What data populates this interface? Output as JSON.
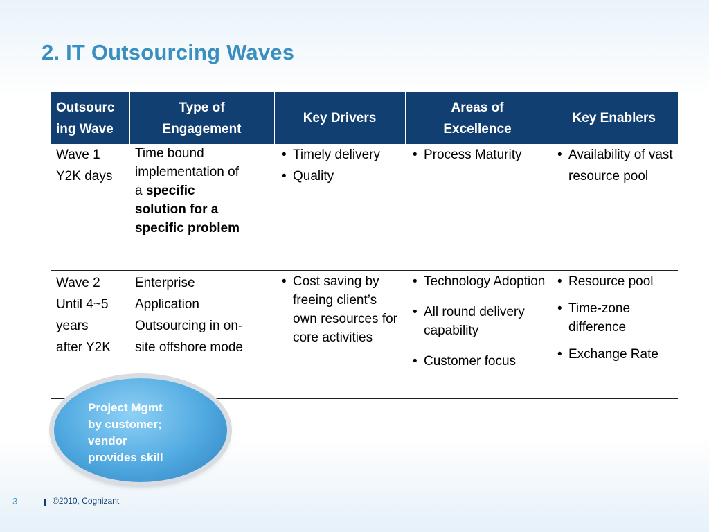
{
  "title": "2. IT Outsourcing Waves",
  "table": {
    "headers": [
      [
        "Outsourc",
        "ing Wave"
      ],
      [
        "Type of",
        "Engagement"
      ],
      [
        "Key Drivers"
      ],
      [
        "Areas of",
        "Excellence"
      ],
      [
        "Key Enablers"
      ]
    ],
    "rows": [
      {
        "wave": [
          "Wave 1",
          "Y2K days"
        ],
        "engagement": {
          "normal1": "Time bound",
          "normal2": "implementation of",
          "normal3": "a ",
          "bold1": "specific",
          "bold2": "solution for a",
          "bold3": "specific problem"
        },
        "drivers": [
          "Timely delivery",
          "Quality"
        ],
        "excellence": [
          "Process Maturity"
        ],
        "enablers": [
          "Availability of vast resource pool"
        ]
      },
      {
        "wave": [
          "Wave 2",
          "Until 4~5",
          "years",
          "after Y2K"
        ],
        "engagement": [
          "Enterprise",
          "Application",
          "Outsourcing in on-",
          "site offshore mode"
        ],
        "drivers": [
          "Cost saving by freeing client’s own resources for core activities"
        ],
        "excellence": [
          "Technology Adoption",
          "All round delivery capability",
          "Customer focus"
        ],
        "enablers": [
          "Resource pool",
          "Time-zone difference",
          "Exchange Rate"
        ]
      }
    ]
  },
  "callout": [
    "Project Mgmt",
    "by customer;",
    "vendor",
    "provides skill"
  ],
  "footer": {
    "page_number": "3",
    "copyright": "©2010, Cognizant"
  },
  "colors": {
    "title": "#3a8fc0",
    "header_bg": "#123f71",
    "callout": "#4fa9e0"
  }
}
